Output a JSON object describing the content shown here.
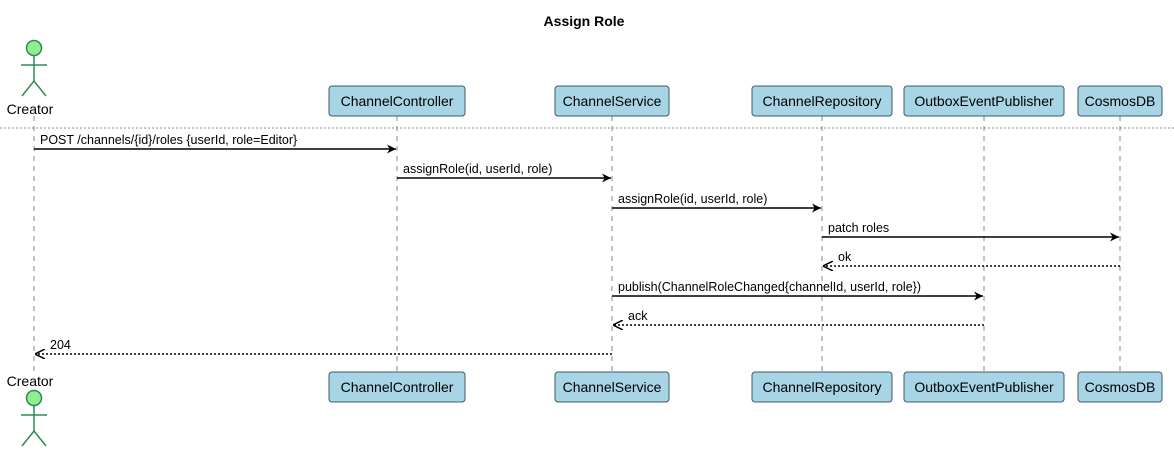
{
  "title": "Assign Role",
  "participants": [
    {
      "id": "creator",
      "label": "Creator",
      "kind": "actor"
    },
    {
      "id": "controller",
      "label": "ChannelController",
      "kind": "participant"
    },
    {
      "id": "service",
      "label": "ChannelService",
      "kind": "participant"
    },
    {
      "id": "repository",
      "label": "ChannelRepository",
      "kind": "participant"
    },
    {
      "id": "publisher",
      "label": "OutboxEventPublisher",
      "kind": "participant"
    },
    {
      "id": "cosmos",
      "label": "CosmosDB",
      "kind": "participant"
    }
  ],
  "messages": [
    {
      "from": "creator",
      "to": "controller",
      "label": "POST /channels/{id}/roles {userId, role=Editor}",
      "style": "solid"
    },
    {
      "from": "controller",
      "to": "service",
      "label": "assignRole(id, userId, role)",
      "style": "solid"
    },
    {
      "from": "service",
      "to": "repository",
      "label": "assignRole(id, userId, role)",
      "style": "solid"
    },
    {
      "from": "repository",
      "to": "cosmos",
      "label": "patch roles",
      "style": "solid"
    },
    {
      "from": "cosmos",
      "to": "repository",
      "label": "ok",
      "style": "dotted"
    },
    {
      "from": "service",
      "to": "publisher",
      "label": "publish(ChannelRoleChanged{channelId, userId, role})",
      "style": "solid"
    },
    {
      "from": "publisher",
      "to": "service",
      "label": "ack",
      "style": "dotted"
    },
    {
      "from": "service",
      "to": "creator",
      "label": "204",
      "style": "dotted"
    }
  ],
  "colors": {
    "participant_fill": "#a8d5e5",
    "actor_fill": "#90ee90"
  }
}
